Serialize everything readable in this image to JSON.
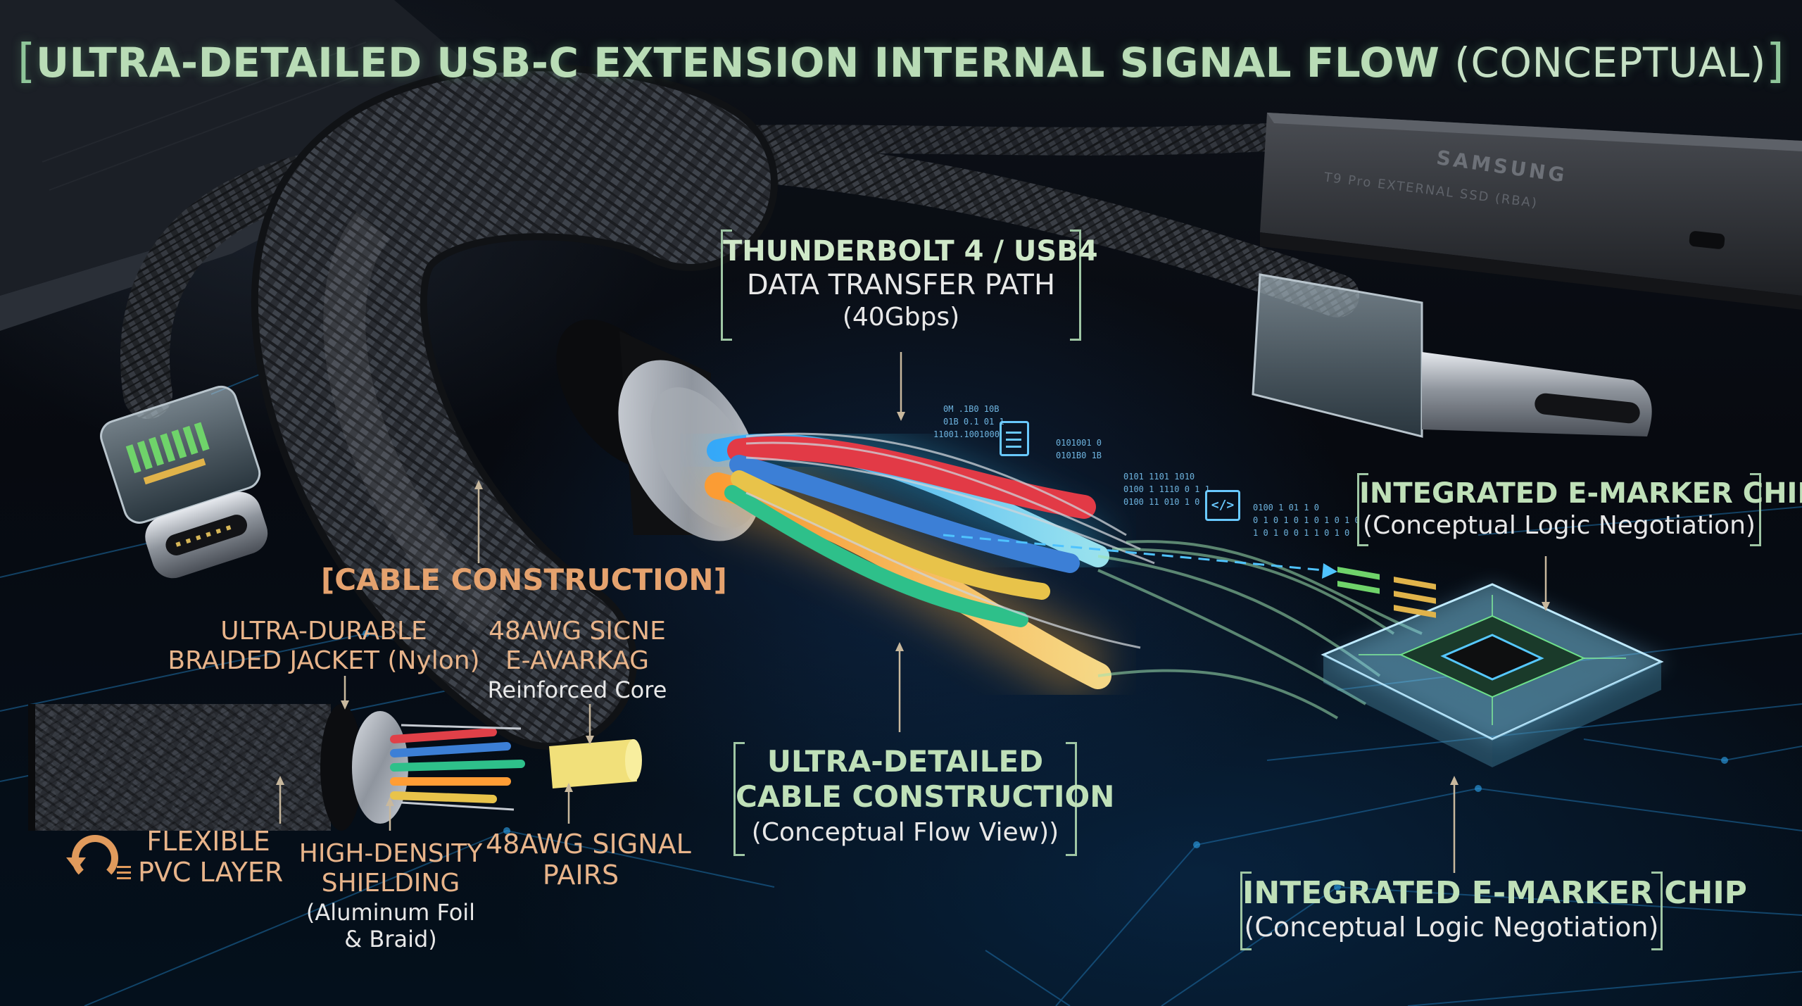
{
  "title": {
    "open_bracket": "[",
    "main": "ULTRA-DETAILED USB-C EXTENSION INTERNAL SIGNAL FLOW",
    "suffix": "(CONCEPTUAL)",
    "close_bracket": "]"
  },
  "ssd_label": {
    "brand": "SAMSUNG",
    "model": "T9 Pro EXTERNAL SSD (RBA)"
  },
  "callouts": {
    "data_path": {
      "line1": "THUNDERBOLT 4 / USB4",
      "line2": "DATA TRANSFER PATH",
      "line3": "(40Gbps)"
    },
    "emarker_top": {
      "line1": "INTEGRATED E-MARKER CHIP",
      "line2": "(Conceptual Logic Negotiation)"
    },
    "emarker_bottom": {
      "line1": "INTEGRATED E-MARKER CHIP",
      "line2": "(Conceptual Logic Negotiation)"
    },
    "construction_view": {
      "line1": "ULTRA-DETAILED",
      "line2": "CABLE CONSTRUCTION",
      "line3": "(Conceptual Flow View))"
    },
    "cable_construction": "[CABLE CONSTRUCTION]",
    "braided_jacket": {
      "line1": "ULTRA-DURABLE",
      "line2": "BRAIDED JACKET (Nylon)"
    },
    "core": {
      "line1": "48AWG SICNE",
      "line2": "E-AVARKAG",
      "line3": "Reinforced Core"
    },
    "pvc": {
      "line1": "FLEXIBLE",
      "line2": "PVC LAYER"
    },
    "shielding": {
      "line1": "HIGH-DENSITY",
      "line2": "SHIELDING",
      "line3": "(Aluminum Foil",
      "line4": "& Braid)"
    },
    "signal_pairs": {
      "line1": "48AWG SIGNAL",
      "line2": "PAIRS"
    }
  },
  "binary_snippets": [
    "0M .1B0 10B",
    "01B 0.1 01 1",
    "11001.1001000",
    "0101001 0",
    "0101B0 1B",
    "0101 1101 1010",
    "0100 1 1110 0 1 1",
    "0100 11 010 1 0",
    "0100 1 01 1 0",
    "0 1 0 1 0 1 0 1 0 1 0",
    "1 0 1 0 0 1 1 0 1 0"
  ],
  "colors": {
    "title_green": "#b9dcb6",
    "callout_green": "#bfe0b8",
    "callout_amber": "#e5a26e",
    "glow_cyan": "#4fd8ff",
    "glow_amber": "#ffb347",
    "background": "#05080d"
  },
  "icons": [
    "bend-arrow-icon",
    "file-icon",
    "code-icon"
  ]
}
